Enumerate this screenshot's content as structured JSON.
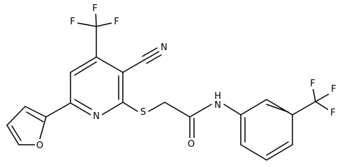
{
  "atoms": {
    "f_top_left": "F",
    "f_top_mid": "F",
    "f_top_right": "F",
    "n_nitrile": "N",
    "n_pyridine": "N",
    "s_thioether": "S",
    "o_furan": "O",
    "o_carbonyl": "O",
    "n_amide": "N",
    "h_amide": "H",
    "f_right_top": "F",
    "f_right_mid": "F",
    "f_right_bottom": "F"
  }
}
